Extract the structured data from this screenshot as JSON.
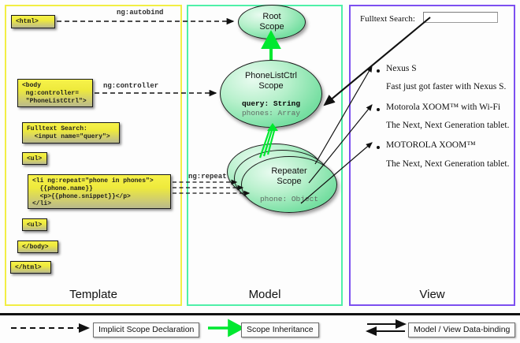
{
  "columns": [
    {
      "id": "template",
      "label": "Template",
      "border_color": "#f2ee44"
    },
    {
      "id": "model",
      "label": "Model",
      "border_color": "#4ff0a8"
    },
    {
      "id": "view",
      "label": "View",
      "border_color": "#7c4ff0"
    }
  ],
  "template": {
    "boxes": [
      {
        "name": "html-open-box",
        "text": "<html>"
      },
      {
        "name": "body-open-box",
        "text": "<body\n ng:controller=\n \"PhoneListCtrl\">"
      },
      {
        "name": "search-box",
        "text": "Fulltext Search:\n  <input name=\"query\">"
      },
      {
        "name": "ul-open-box",
        "text": "<ul>"
      },
      {
        "name": "li-repeat-box",
        "text": "<li ng:repeat=\"phone in phones\">\n  {{phone.name}}\n  <p>{{phone.snippet}}</p>\n</li>"
      },
      {
        "name": "ul-close-box",
        "text": "<ul>"
      },
      {
        "name": "body-close-box",
        "text": "</body>"
      },
      {
        "name": "html-close-box",
        "text": "</html>"
      }
    ]
  },
  "edge_labels": {
    "autobind": "ng:autobind",
    "controller": "ng:controller",
    "repeat": "ng:repeat"
  },
  "model": {
    "scopes": [
      {
        "name": "root-scope",
        "title": "Root\nScope",
        "props": []
      },
      {
        "name": "phonelistctrl-scope",
        "title": "PhoneListCtrl\nScope",
        "props": [
          {
            "text": "query: String",
            "style": "bold"
          },
          {
            "text": "phones: Array",
            "style": "gray"
          }
        ]
      },
      {
        "name": "repeater-scope",
        "title": "Repeater\nScope",
        "props": [
          {
            "text": "phone: Object",
            "style": "gray"
          }
        ]
      }
    ]
  },
  "view": {
    "search_label": "Fulltext Search:",
    "search_value": "",
    "phones": [
      {
        "title": "Nexus S",
        "snippet": "Fast just got faster with Nexus S."
      },
      {
        "title": "Motorola XOOM™  with Wi-Fi",
        "snippet": "The Next, Next Generation tablet."
      },
      {
        "title": "MOTOROLA XOOM™",
        "snippet": "The Next, Next Generation tablet."
      }
    ]
  },
  "legend": [
    {
      "name": "legend-implicit-scope",
      "label": "Implicit Scope Declaration",
      "arrow": "dashed-black"
    },
    {
      "name": "legend-scope-inherit",
      "label": "Scope Inheritance",
      "arrow": "solid-green"
    },
    {
      "name": "legend-data-binding",
      "label": "Model / View Data-binding",
      "arrow": "double-black"
    }
  ],
  "colors": {
    "template_border": "#f2ee44",
    "model_border": "#4ff0a8",
    "view_border": "#7c4ff0",
    "scope_green": "#77dfa2",
    "inherit_arrow": "#00e830",
    "code_yellow": "#eeea3c"
  }
}
